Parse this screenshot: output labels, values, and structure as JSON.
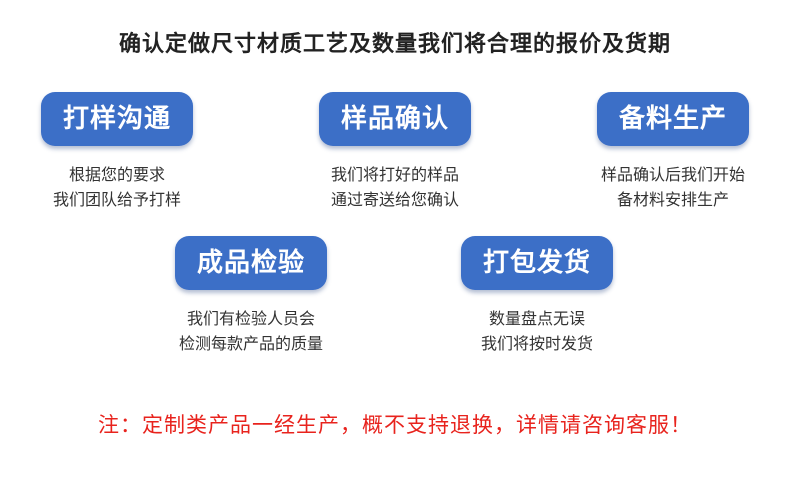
{
  "title": "确认定做尺寸材质工艺及数量我们将合理的报价及货期",
  "steps": [
    {
      "label": "打样沟通",
      "desc": [
        "根据您的要求",
        "我们团队给予打样"
      ]
    },
    {
      "label": "样品确认",
      "desc": [
        "我们将打好的样品",
        "通过寄送给您确认"
      ]
    },
    {
      "label": "备料生产",
      "desc": [
        "样品确认后我们开始",
        "备材料安排生产"
      ]
    },
    {
      "label": "成品检验",
      "desc": [
        "我们有检验人员会",
        "检测每款产品的质量"
      ]
    },
    {
      "label": "打包发货",
      "desc": [
        "数量盘点无误",
        "我们将按时发货"
      ]
    }
  ],
  "notice": "注：定制类产品一经生产，概不支持退换，详情请咨询客服！",
  "colors": {
    "pill": "#3c6fc7",
    "notice": "#e8231d"
  }
}
